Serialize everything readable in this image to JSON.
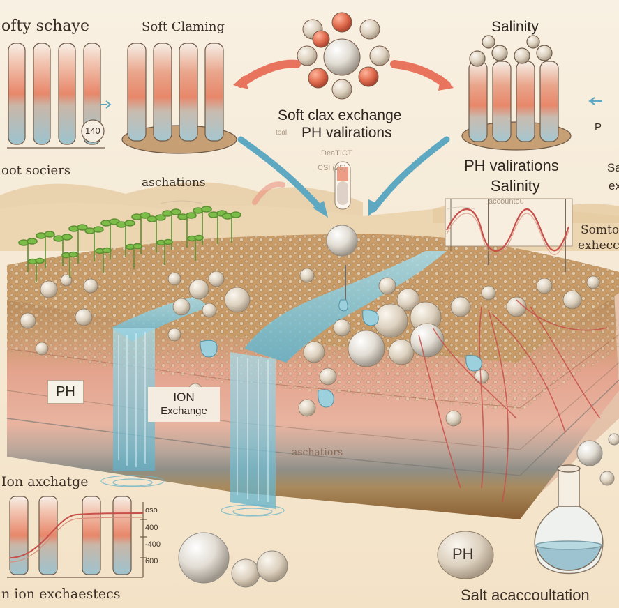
{
  "labels": {
    "top_left_title": "ofty schaye",
    "top_left_value": "140",
    "top_left_caption": "oot sociers",
    "top_mid_title": "Soft Claming",
    "top_mid_caption": "aschations",
    "center_title_1": "Soft clax exchange",
    "center_title_2": "PH valirations",
    "center_faint_1": "toal",
    "center_faint_2": "DeaTICT",
    "center_faint_3": "CSI (25)",
    "top_right_title": "Salinity",
    "right_ph": "PH valirations",
    "right_salinity": "Salinity",
    "right_faint": "accountou",
    "edge_p": "P",
    "edge_sa": "Sa",
    "edge_ex": "ex",
    "graph_right_1": "Somto",
    "graph_right_2": "exhecc",
    "soil_ph": "PH",
    "soil_ion_1": "ION",
    "soil_ion_2": "Exchange",
    "soil_faint": "aschatiors",
    "bottom_left_title": "Ion axchatge",
    "tick_1": "oso",
    "tick_2": "400",
    "tick_3": "-400",
    "tick_4": "600",
    "bottom_left_caption": "n ion exchaestecs",
    "bottom_ph": "PH",
    "bottom_right_caption": "Salt acaccoultation"
  },
  "colors": {
    "paper": "#f4e6cf",
    "sky": "#f7ecd8",
    "soil_top": "#b98a5a",
    "soil_pink": "#e3a08c",
    "soil_dark": "#8c6a45",
    "gray_band": "#9a9a92",
    "water": "#7fc3d6",
    "orange_tube": "#e88b6a",
    "blue_tube": "#9cc3cf",
    "arrow_red": "#e8745e",
    "arrow_blue": "#5fa8c2",
    "root_red": "#c8504a",
    "sprout_green": "#7bbd48",
    "pebble": "#e6dccd",
    "ion_red": "#e26a4c"
  }
}
